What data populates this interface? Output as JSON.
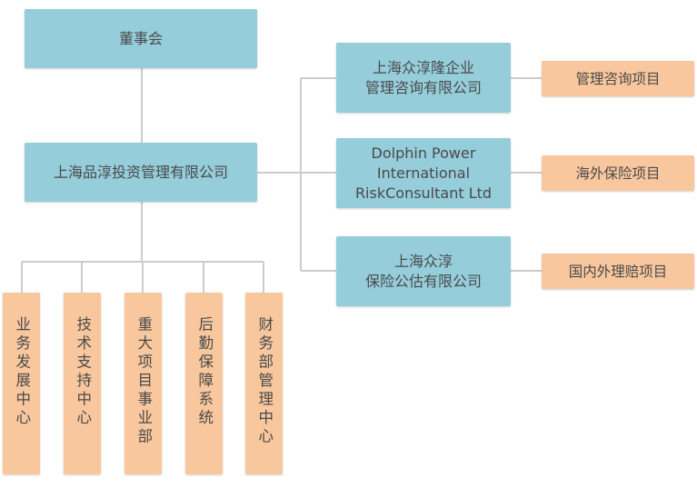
{
  "board": "董事会",
  "parent": "上海品淳投资管理有限公司",
  "subsidiaries": [
    {
      "name": "上海众淳隆企业\n管理咨询有限公司",
      "project": "管理咨询项目"
    },
    {
      "name": "Dolphin Power\nInternational\nRiskConsultant Ltd",
      "project": "海外保险项目"
    },
    {
      "name": "上海众淳\n保险公估有限公司",
      "project": "国内外理赔项目"
    }
  ],
  "departments": [
    "业务发展中心",
    "技术支持中心",
    "重大项目事业部",
    "后勤保障系统",
    "财务部管理中心"
  ],
  "colors": {
    "company_box": "#95cddb",
    "unit_box": "#f8c79d",
    "connector": "#cccccc"
  }
}
